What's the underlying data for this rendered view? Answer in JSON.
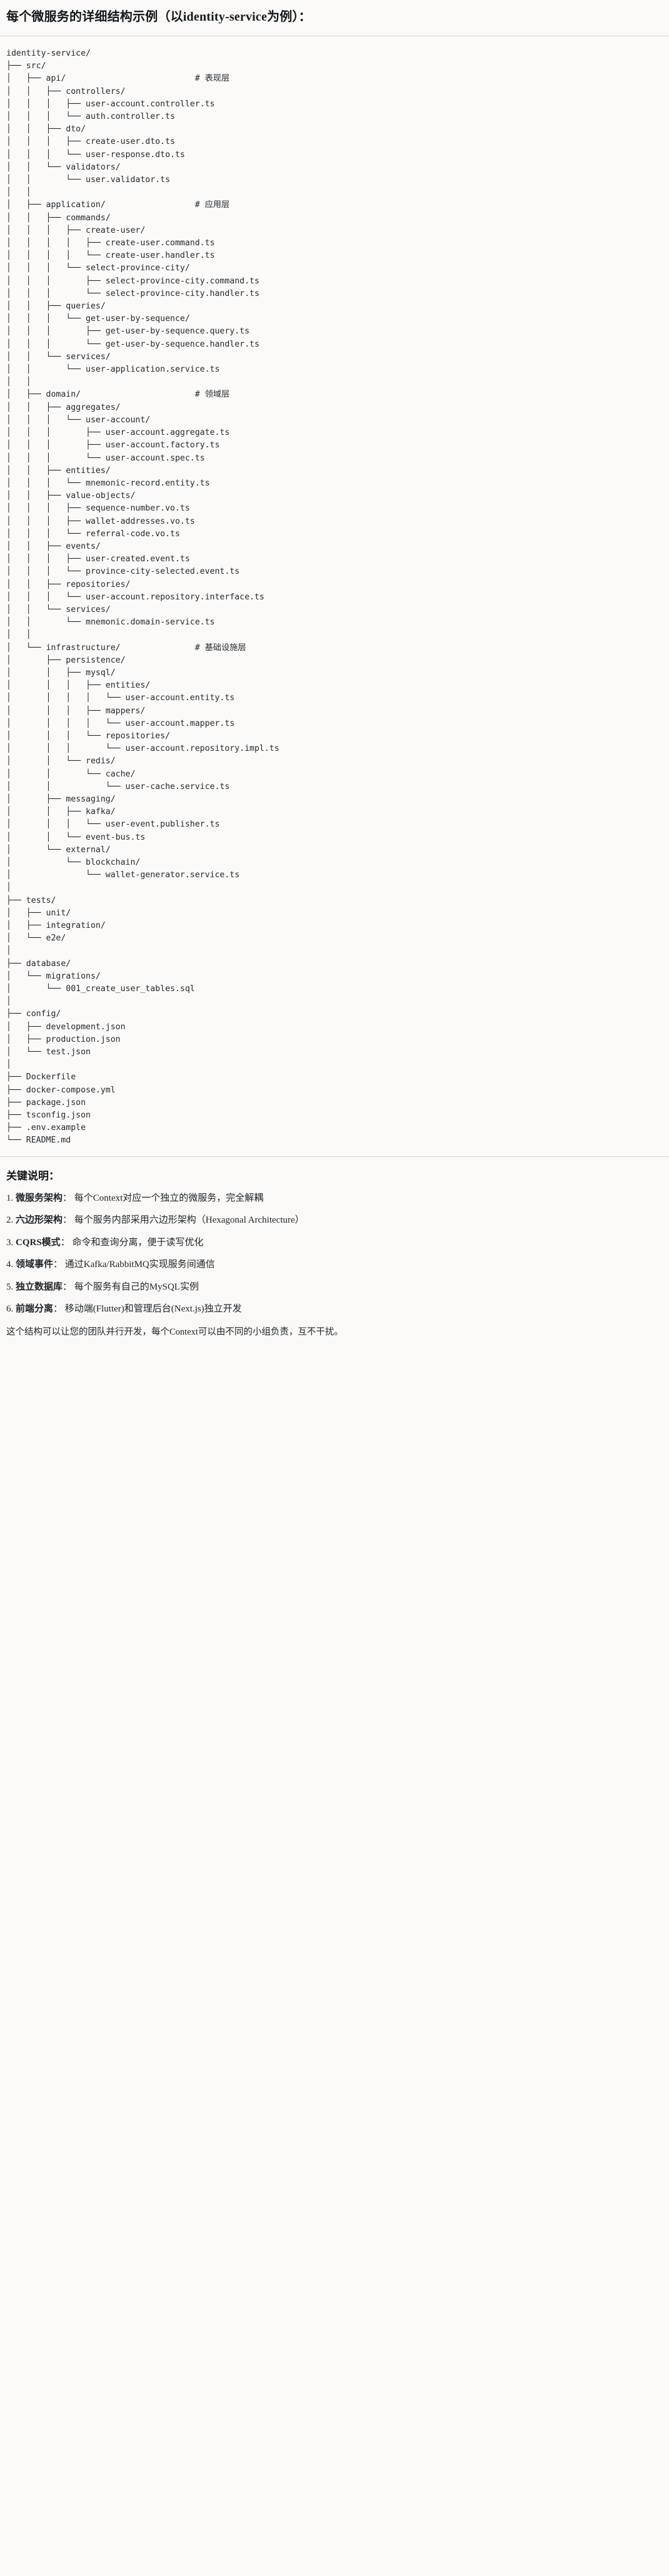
{
  "document": {
    "title": "每个微服务的详细结构示例（以identity-service为例）：",
    "tree_text": "identity-service/\n├── src/\n│   ├── api/                          # 表现层\n│   │   ├── controllers/\n│   │   │   ├── user-account.controller.ts\n│   │   │   └── auth.controller.ts\n│   │   ├── dto/\n│   │   │   ├── create-user.dto.ts\n│   │   │   └── user-response.dto.ts\n│   │   └── validators/\n│   │       └── user.validator.ts\n│   │\n│   ├── application/                  # 应用层\n│   │   ├── commands/\n│   │   │   ├── create-user/\n│   │   │   │   ├── create-user.command.ts\n│   │   │   │   └── create-user.handler.ts\n│   │   │   └── select-province-city/\n│   │   │       ├── select-province-city.command.ts\n│   │   │       └── select-province-city.handler.ts\n│   │   ├── queries/\n│   │   │   └── get-user-by-sequence/\n│   │   │       ├── get-user-by-sequence.query.ts\n│   │   │       └── get-user-by-sequence.handler.ts\n│   │   └── services/\n│   │       └── user-application.service.ts\n│   │\n│   ├── domain/                       # 领域层\n│   │   ├── aggregates/\n│   │   │   └── user-account/\n│   │   │       ├── user-account.aggregate.ts\n│   │   │       ├── user-account.factory.ts\n│   │   │       └── user-account.spec.ts\n│   │   ├── entities/\n│   │   │   └── mnemonic-record.entity.ts\n│   │   ├── value-objects/\n│   │   │   ├── sequence-number.vo.ts\n│   │   │   ├── wallet-addresses.vo.ts\n│   │   │   └── referral-code.vo.ts\n│   │   ├── events/\n│   │   │   ├── user-created.event.ts\n│   │   │   └── province-city-selected.event.ts\n│   │   ├── repositories/\n│   │   │   └── user-account.repository.interface.ts\n│   │   └── services/\n│   │       └── mnemonic.domain-service.ts\n│   │\n│   └── infrastructure/               # 基础设施层\n│       ├── persistence/\n│       │   ├── mysql/\n│       │   │   ├── entities/\n│       │   │   │   └── user-account.entity.ts\n│       │   │   ├── mappers/\n│       │   │   │   └── user-account.mapper.ts\n│       │   │   └── repositories/\n│       │   │       └── user-account.repository.impl.ts\n│       │   └── redis/\n│       │       └── cache/\n│       │           └── user-cache.service.ts\n│       ├── messaging/\n│       │   ├── kafka/\n│       │   │   └── user-event.publisher.ts\n│       │   └── event-bus.ts\n│       └── external/\n│           └── blockchain/\n│               └── wallet-generator.service.ts\n│\n├── tests/\n│   ├── unit/\n│   ├── integration/\n│   └── e2e/\n│\n├── database/\n│   └── migrations/\n│       └── 001_create_user_tables.sql\n│\n├── config/\n│   ├── development.json\n│   ├── production.json\n│   └── test.json\n│\n├── Dockerfile\n├── docker-compose.yml\n├── package.json\n├── tsconfig.json\n├── .env.example\n└── README.md",
    "notes_heading": "关键说明：",
    "notes": [
      {
        "number": "1.",
        "term": "微服务架构",
        "separator": "：",
        "description": "每个Context对应一个独立的微服务，完全解耦"
      },
      {
        "number": "2.",
        "term": "六边形架构",
        "separator": "：",
        "description": "每个服务内部采用六边形架构（Hexagonal Architecture）"
      },
      {
        "number": "3.",
        "term": "CQRS模式",
        "separator": "：",
        "description": "命令和查询分离，便于读写优化"
      },
      {
        "number": "4.",
        "term": "领域事件",
        "separator": "：",
        "description": "通过Kafka/RabbitMQ实现服务间通信"
      },
      {
        "number": "5.",
        "term": "独立数据库",
        "separator": "：",
        "description": "每个服务有自己的MySQL实例"
      },
      {
        "number": "6.",
        "term": "前端分离",
        "separator": "：",
        "description": "移动端(Flutter)和管理后台(Next.js)独立开发"
      }
    ],
    "closing": "这个结构可以让您的团队并行开发，每个Context可以由不同的小组负责，互不干扰。"
  },
  "colors": {
    "background": "#faf9f7",
    "text": "#1f2328",
    "rule": "#d8d5ce"
  }
}
